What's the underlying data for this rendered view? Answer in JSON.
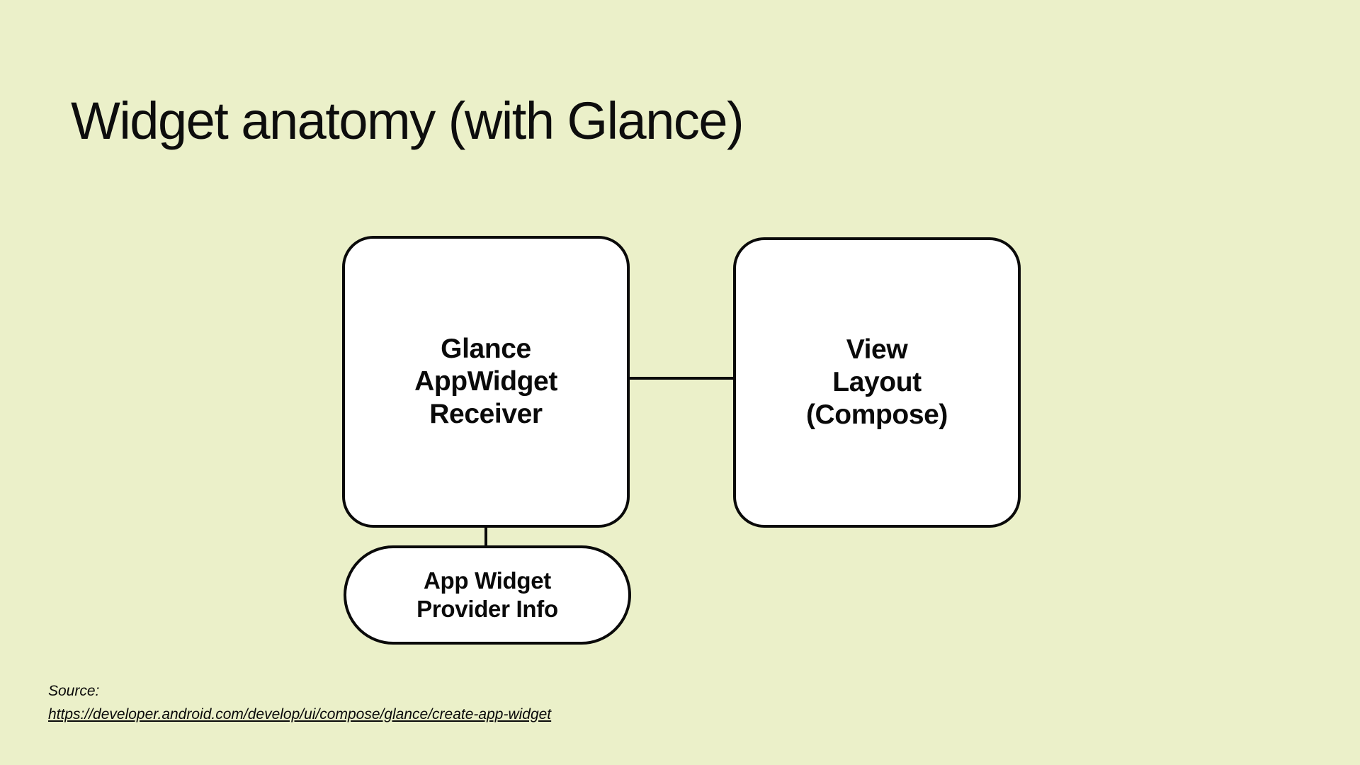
{
  "slide": {
    "title": "Widget anatomy (with Glance)",
    "background_color": "#ebf0c9",
    "ink_color": "#0a0a0a",
    "node_fill_color": "#ffffff"
  },
  "diagram": {
    "type": "node-link",
    "nodes": [
      {
        "id": "glance-appwidget-receiver",
        "shape": "rounded-rect",
        "lines": [
          "Glance",
          "AppWidget",
          "Receiver"
        ],
        "line1": "Glance",
        "line2": "AppWidget",
        "line3": "Receiver"
      },
      {
        "id": "view-layout-compose",
        "shape": "rounded-rect",
        "lines": [
          "View",
          "Layout",
          "(Compose)"
        ],
        "line1": "View",
        "line2": "Layout",
        "line3": "(Compose)"
      },
      {
        "id": "app-widget-provider-info",
        "shape": "pill",
        "lines": [
          "App Widget",
          "Provider Info"
        ],
        "line1": "App Widget",
        "line2": "Provider Info"
      }
    ],
    "edges": [
      {
        "id": "receiver-to-view",
        "from": "glance-appwidget-receiver",
        "to": "view-layout-compose",
        "orientation": "horizontal"
      },
      {
        "id": "receiver-to-provider",
        "from": "glance-appwidget-receiver",
        "to": "app-widget-provider-info",
        "orientation": "vertical"
      }
    ]
  },
  "source": {
    "label": "Source:",
    "url": "https://developer.android.com/develop/ui/compose/glance/create-app-widget"
  }
}
